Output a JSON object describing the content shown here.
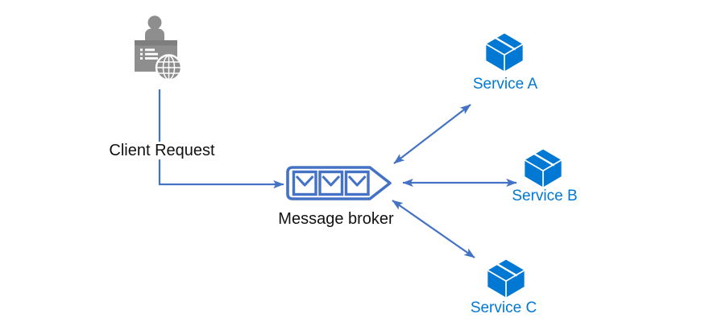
{
  "diagram": {
    "client": {
      "label": "Client Request",
      "icon": "client-icon"
    },
    "broker": {
      "label": "Message broker",
      "icon": "message-broker-icon",
      "envelope_count": 3
    },
    "services": [
      {
        "label": "Service A",
        "icon": "cube-icon"
      },
      {
        "label": "Service B",
        "icon": "cube-icon"
      },
      {
        "label": "Service C",
        "icon": "cube-icon"
      }
    ],
    "connections": [
      {
        "from": "Client",
        "to": "Message broker",
        "bidirectional": false
      },
      {
        "from": "Message broker",
        "to": "Service A",
        "bidirectional": true
      },
      {
        "from": "Message broker",
        "to": "Service B",
        "bidirectional": true
      },
      {
        "from": "Message broker",
        "to": "Service C",
        "bidirectional": true
      }
    ],
    "colors": {
      "connector_blue": "#4472C4",
      "service_blue": "#0078D4",
      "client_gray": "#8E8E8E",
      "label_black": "#111111",
      "background_white": "#FFFFFF"
    }
  }
}
